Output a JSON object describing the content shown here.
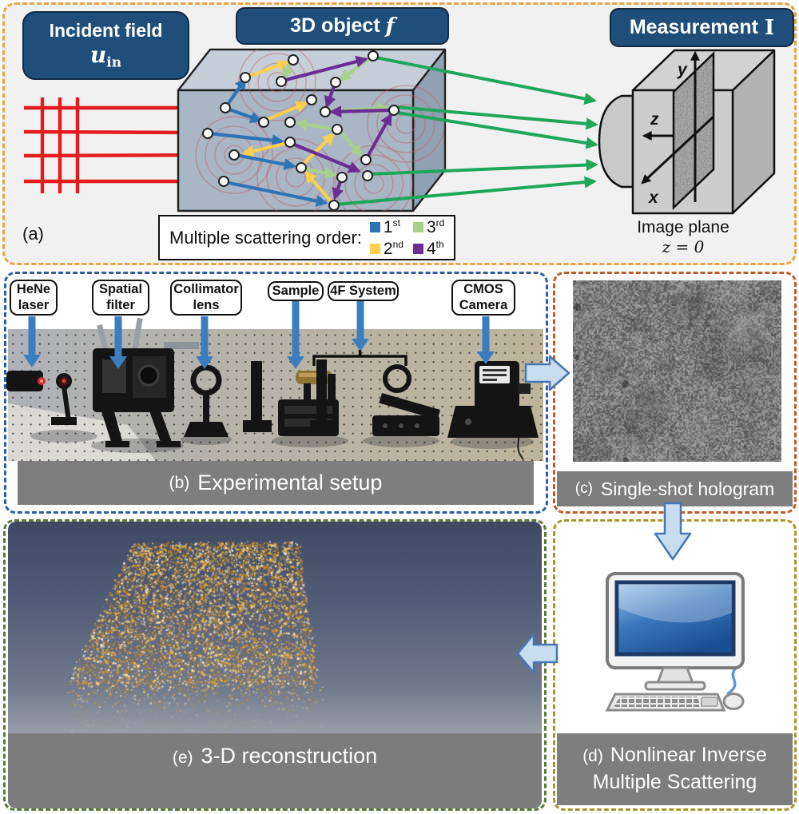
{
  "panel_a": {
    "label": "(a)",
    "incident": {
      "title": "Incident field",
      "symbol": "u",
      "symbol_sub": "in"
    },
    "object": {
      "title": "3D object",
      "symbol": "f"
    },
    "measurement": {
      "title": "Measurement",
      "symbol": "I"
    },
    "axes": {
      "x": "x",
      "y": "y",
      "z": "z"
    },
    "image_plane": {
      "line1": "Image plane",
      "line2": "z = 0"
    },
    "legend": {
      "title": "Multiple scattering order:",
      "items": [
        {
          "label": "1",
          "sup": "st",
          "color": "#2e74b5"
        },
        {
          "label": "2",
          "sup": "nd",
          "color": "#fccf4c"
        },
        {
          "label": "3",
          "sup": "rd",
          "color": "#a8d08d"
        },
        {
          "label": "4",
          "sup": "th",
          "color": "#6a2d91"
        }
      ]
    }
  },
  "panel_b": {
    "label": "(b)",
    "caption": "Experimental setup",
    "labels": {
      "hene": {
        "line1": "HeNe",
        "line2": "laser"
      },
      "spatial": {
        "line1": "Spatial",
        "line2": "filter"
      },
      "collimator": {
        "line1": "Collimator",
        "line2": "lens"
      },
      "sample": {
        "line1": "Sample"
      },
      "fourf": {
        "line1": "4F System"
      },
      "cmos": {
        "line1": "CMOS",
        "line2": "Camera"
      }
    }
  },
  "panel_c": {
    "label": "(c)",
    "caption": "Single-shot hologram"
  },
  "panel_d": {
    "label": "(d)",
    "caption_line1": "Nonlinear Inverse",
    "caption_line2": "Multiple Scattering"
  },
  "panel_e": {
    "label": "(e)",
    "caption": "3-D reconstruction"
  },
  "colors": {
    "order1": "#2e74b5",
    "order2": "#fccf4c",
    "order3": "#a8d08d",
    "order4": "#6a2d91",
    "incident_red": "#e31b1d",
    "measurement_green": "#1ea65a",
    "title_box_blue": "#1e4e79",
    "caption_gray": "#7e7e7e",
    "border_a": "#eda33c",
    "border_b": "#2e5fa3",
    "border_c": "#bf5b28",
    "border_d": "#ab9627",
    "border_e": "#5a7a3a",
    "flow_arrow_fill": "#c9ddf1"
  }
}
